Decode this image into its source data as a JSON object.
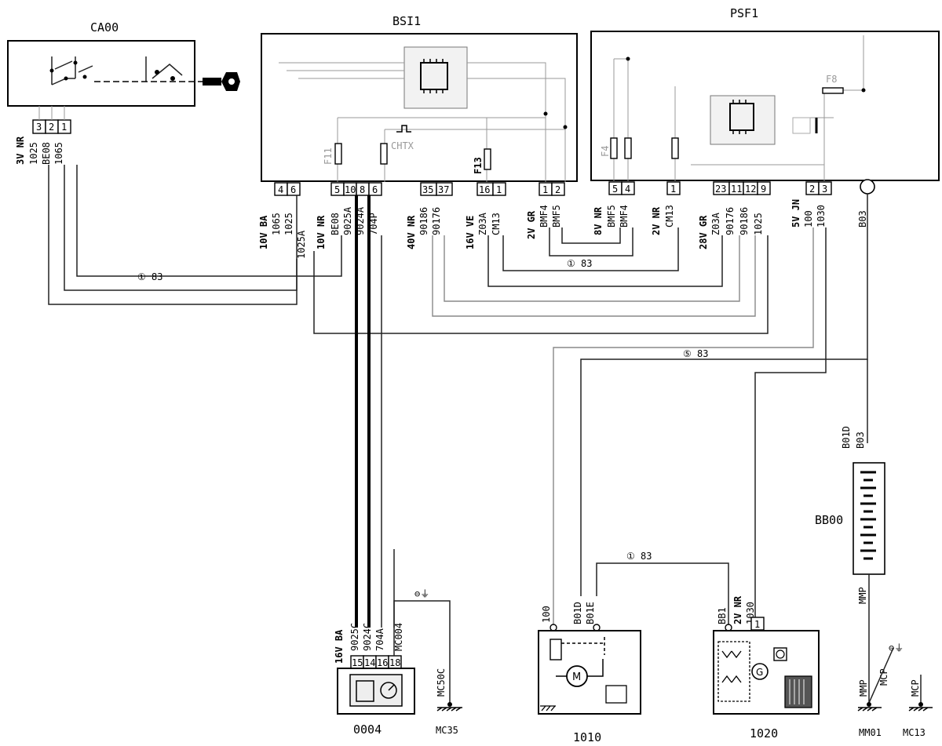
{
  "components": {
    "ca00": "CA00",
    "bsi1": "BSI1",
    "psf1": "PSF1",
    "bb00": "BB00",
    "c0004": "0004",
    "c1010": "1010",
    "c1020": "1020"
  },
  "grounds": {
    "mc35": "MC35",
    "mm01": "MM01",
    "mc13": "MC13"
  },
  "ca00_conn": {
    "label": "3V NR",
    "pins": [
      "3",
      "2",
      "1"
    ],
    "wires": [
      "1025",
      "BE08",
      "1065"
    ]
  },
  "bsi_conn_a": {
    "label": "10V BA",
    "pins": [
      "4",
      "6"
    ],
    "wires": [
      "1065",
      "1025",
      "1025A"
    ]
  },
  "bsi_conn_b": {
    "label": "10V NR",
    "pins": [
      "5",
      "10",
      "8",
      "6"
    ],
    "wires": [
      "BE08",
      "9025A",
      "9024A",
      "704P"
    ]
  },
  "bsi_conn_c": {
    "label": "40V NR",
    "pins": [
      "35",
      "37"
    ],
    "wires": [
      "90186",
      "90176"
    ]
  },
  "bsi_conn_d": {
    "label": "16V VE",
    "pins": [
      "16",
      "1"
    ],
    "wires": [
      "Z03A",
      "CM13"
    ]
  },
  "bsi_conn_e": {
    "label": "2V GR",
    "pins": [
      "1",
      "2"
    ],
    "wires": [
      "BMF4",
      "BMF5"
    ]
  },
  "psf_conn_a": {
    "label": "8V NR",
    "pins": [
      "5",
      "4"
    ],
    "wires": [
      "BMF5",
      "BMF4"
    ]
  },
  "psf_conn_b": {
    "label": "2V NR",
    "pins": [
      "1"
    ],
    "wires": [
      "CM13"
    ]
  },
  "psf_conn_c": {
    "label": "28V GR",
    "pins": [
      "23",
      "11",
      "12",
      "9"
    ],
    "wires": [
      "Z03A",
      "90176",
      "90186",
      "1025"
    ]
  },
  "psf_conn_d": {
    "label": "5V JN",
    "pins": [
      "2",
      "3"
    ],
    "wires": [
      "100",
      "1030"
    ]
  },
  "psf_b03": "B03",
  "bsi_internal": {
    "f13": "F13",
    "f11": "F11",
    "chtx": "CHTX"
  },
  "psf_internal": {
    "f4": "F4",
    "f8": "F8"
  },
  "bb00_wires": {
    "b01d": "B01D",
    "b03": "B03",
    "mmp": "MMP"
  },
  "c0004_conn": {
    "label": "16V BA",
    "pins": [
      "15",
      "14",
      "16",
      "18"
    ],
    "wires": [
      "9025C",
      "9024C",
      "704A",
      "MC004"
    ]
  },
  "c0004_ground": "MC50C",
  "c1010_wires": {
    "w100": "100",
    "b01d": "B01D",
    "b01e": "B01E"
  },
  "c1020_conn": {
    "label": "2V NR",
    "pins": [
      "1"
    ],
    "wire": "1030",
    "bb1": "BB1"
  },
  "mm01_wires": {
    "mmp": "MMP",
    "mcp": "MCP"
  },
  "mc13_wire": "MCP",
  "harness_tags": [
    "① 83",
    "① 83",
    "⑤ 83",
    "① 83"
  ],
  "ground_symbol": "⊖⏚"
}
